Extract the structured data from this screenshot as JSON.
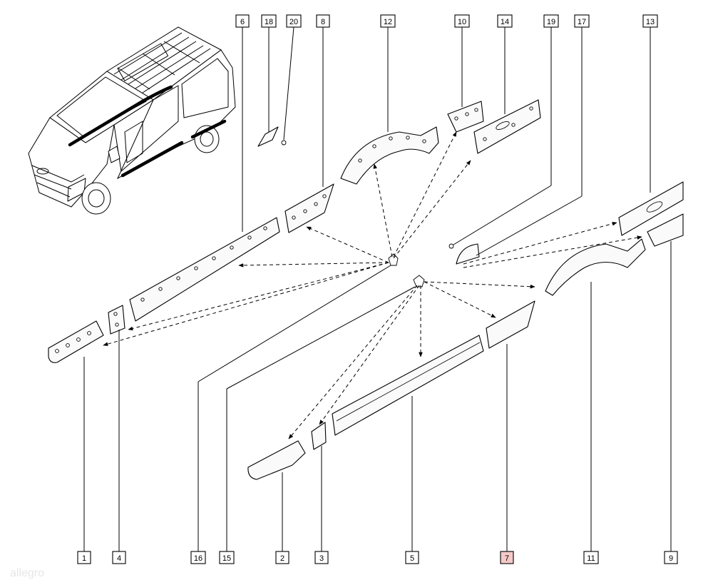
{
  "diagram": {
    "callouts": [
      {
        "id": "c6",
        "label": "6",
        "highlighted": false
      },
      {
        "id": "c18",
        "label": "18",
        "highlighted": false
      },
      {
        "id": "c20",
        "label": "20",
        "highlighted": false
      },
      {
        "id": "c8",
        "label": "8",
        "highlighted": false
      },
      {
        "id": "c12",
        "label": "12",
        "highlighted": false
      },
      {
        "id": "c10",
        "label": "10",
        "highlighted": false
      },
      {
        "id": "c14",
        "label": "14",
        "highlighted": false
      },
      {
        "id": "c19",
        "label": "19",
        "highlighted": false
      },
      {
        "id": "c17",
        "label": "17",
        "highlighted": false
      },
      {
        "id": "c13",
        "label": "13",
        "highlighted": false
      },
      {
        "id": "c1",
        "label": "1",
        "highlighted": false
      },
      {
        "id": "c4",
        "label": "4",
        "highlighted": false
      },
      {
        "id": "c16",
        "label": "16",
        "highlighted": false
      },
      {
        "id": "c15",
        "label": "15",
        "highlighted": false
      },
      {
        "id": "c2",
        "label": "2",
        "highlighted": false
      },
      {
        "id": "c3",
        "label": "3",
        "highlighted": false
      },
      {
        "id": "c5",
        "label": "5",
        "highlighted": false
      },
      {
        "id": "c7",
        "label": "7",
        "highlighted": true
      },
      {
        "id": "c11",
        "label": "11",
        "highlighted": false
      },
      {
        "id": "c9",
        "label": "9",
        "highlighted": false
      }
    ],
    "highlight_color": "#f6c9c9",
    "watermark": "allegro"
  }
}
